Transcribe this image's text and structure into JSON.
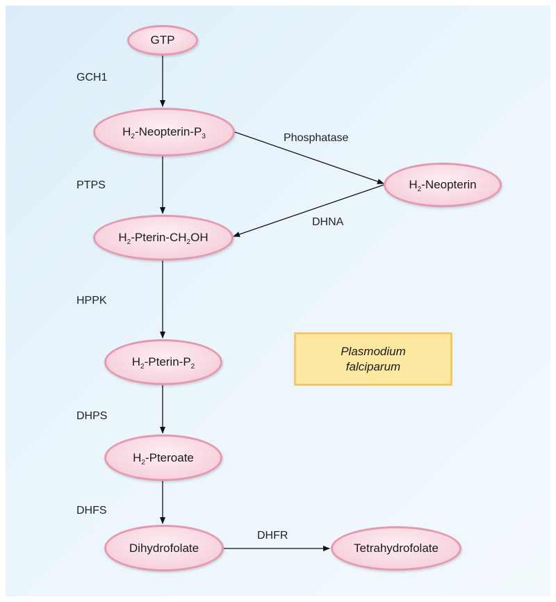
{
  "nodes": {
    "gtp": {
      "text": "GTP"
    },
    "neopterin_p3": {
      "pre": "H",
      "s1": "2",
      "mid": "-Neopterin-P",
      "s2": "3"
    },
    "neopterin": {
      "pre": "H",
      "s1": "2",
      "mid": "-Neopterin"
    },
    "pterin_ch2oh": {
      "pre": "H",
      "s1": "2",
      "mid": "-Pterin-CH",
      "s2": "2",
      "post": "OH"
    },
    "pterin_p2": {
      "pre": "H",
      "s1": "2",
      "mid": "-Pterin-P",
      "s2": "2"
    },
    "pteroate": {
      "pre": "H",
      "s1": "2",
      "mid": "-Pteroate"
    },
    "dihydrofolate": {
      "text": "Dihydrofolate"
    },
    "tetrahydrofolate": {
      "text": "Tetrahydrofolate"
    }
  },
  "enzymes": {
    "gch1": "GCH1",
    "phosphatase": "Phosphatase",
    "ptps": "PTPS",
    "dhna": "DHNA",
    "hppk": "HPPK",
    "dhps": "DHPS",
    "dhfs": "DHFS",
    "dhfr": "DHFR"
  },
  "organism": {
    "line1": "Plasmodium",
    "line2": "falciparum"
  },
  "colors": {
    "node_fill": "#f8d7e0",
    "node_border": "#e39ab0",
    "box_fill": "#fde8a2",
    "box_border": "#f4c86a",
    "background": "#e6f2fa"
  }
}
